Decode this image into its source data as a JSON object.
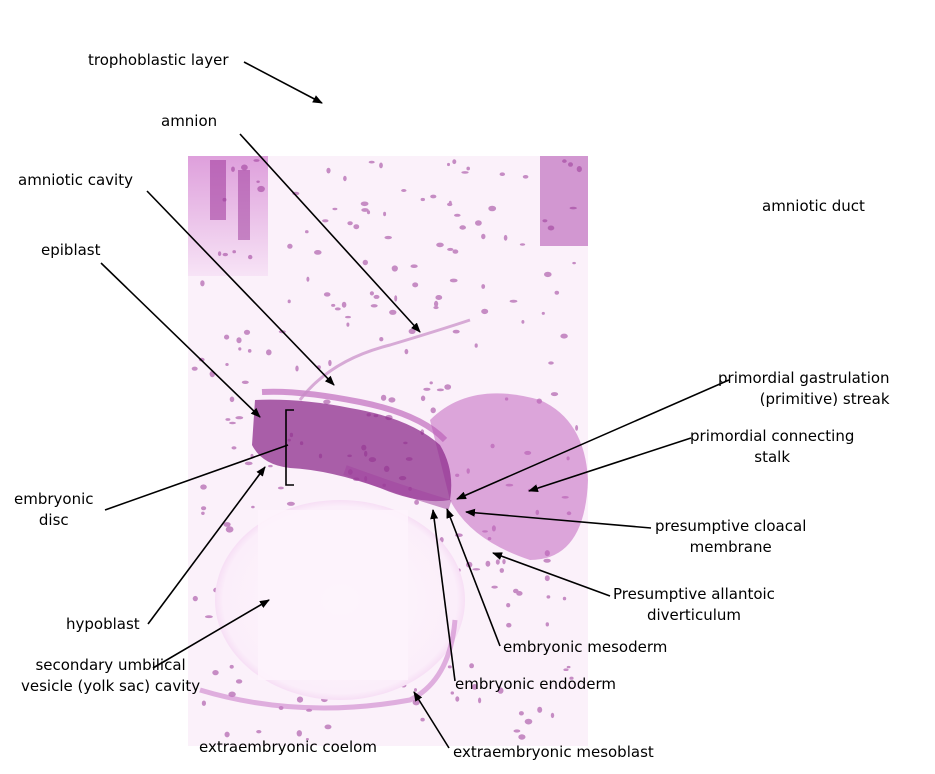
{
  "figure": {
    "labels": {
      "trophoblastic_layer": "trophoblastic layer",
      "amnion": "amnion",
      "amniotic_cavity": "amniotic cavity",
      "epiblast": "epiblast",
      "amniotic_duct": "amniotic duct",
      "primordial_streak": [
        "primordial gastrulation",
        "(primitive) streak"
      ],
      "connecting_stalk": [
        "primordial connecting",
        "stalk"
      ],
      "cloacal_membrane": [
        "presumptive cloacal",
        "membrane"
      ],
      "allantoic_diverticulum": [
        "Presumptive allantoic",
        "diverticulum"
      ],
      "embryonic_disc": [
        "embryonic",
        "disc"
      ],
      "hypoblast": "hypoblast",
      "yolk_sac_cavity": [
        "secondary umbilical",
        "vesicle (yolk sac) cavity"
      ],
      "embryonic_mesoderm": "embryonic mesoderm",
      "embryonic_endoderm": "embryonic endoderm",
      "extraembryonic_coelom": "extraembryonic coelom",
      "extraembryonic_mesoblast": "extraembryonic mesoblast"
    },
    "colors": {
      "tissue_dark": "#8e2c8c",
      "tissue_mid": "#c266bf",
      "tissue_light": "#f3d6f1",
      "background_pale": "#fbf1fa",
      "cavity": "#fdf3fc",
      "leader_line": "#000000"
    }
  }
}
